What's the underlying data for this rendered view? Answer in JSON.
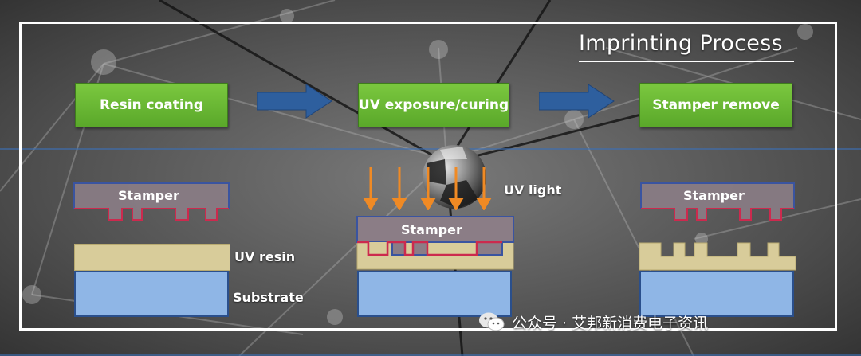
{
  "title": "Imprinting Process",
  "steps": [
    {
      "label": "Resin coating"
    },
    {
      "label": "UV exposure/curing"
    },
    {
      "label": "Stamper remove"
    }
  ],
  "labels": {
    "stamper": "Stamper",
    "uv_light": "UV light",
    "uv_resin": "UV resin",
    "substrate": "Substrate"
  },
  "watermark": {
    "text": "公众号 · 艾邦新消费电子资讯"
  },
  "colors": {
    "step_green": "#6bb835",
    "arrow_blue": "#2e5f9e",
    "stamper_fill": "#8b7d86",
    "stamper_edge": "#cc2a4e",
    "resin_fill": "#d8cc9a",
    "substrate_fill": "#8fb6e6",
    "uv_arrow": "#f08a24",
    "frame": "#ffffff"
  }
}
